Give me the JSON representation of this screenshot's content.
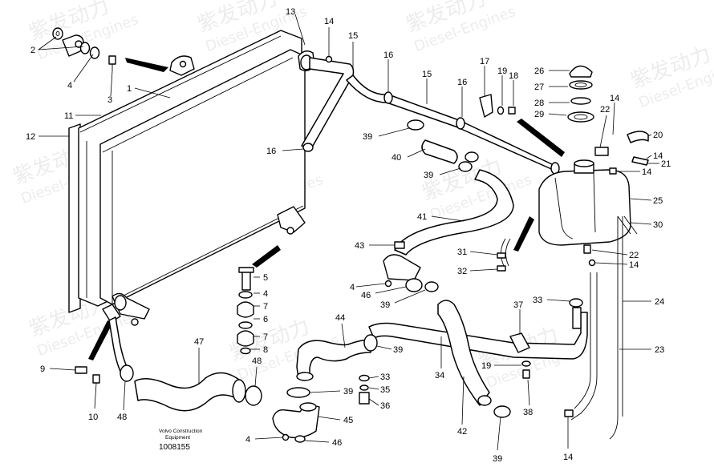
{
  "watermark": {
    "brand_cn": "紫发动力",
    "brand_en": "Diesel-Engines"
  },
  "footer": {
    "line1": "Volvo Construction",
    "line2": "Equipment",
    "part_number": "1008155"
  },
  "callouts": [
    {
      "id": "c2",
      "text": "2"
    },
    {
      "id": "c4a",
      "text": "4"
    },
    {
      "id": "c3",
      "text": "3"
    },
    {
      "id": "c1",
      "text": "1"
    },
    {
      "id": "c11",
      "text": "11"
    },
    {
      "id": "c12",
      "text": "12"
    },
    {
      "id": "c13",
      "text": "13"
    },
    {
      "id": "c14a",
      "text": "14"
    },
    {
      "id": "c15a",
      "text": "15"
    },
    {
      "id": "c16a",
      "text": "16"
    },
    {
      "id": "c16b",
      "text": "16"
    },
    {
      "id": "c15b",
      "text": "15"
    },
    {
      "id": "c16c",
      "text": "16"
    },
    {
      "id": "c17",
      "text": "17"
    },
    {
      "id": "c19",
      "text": "19"
    },
    {
      "id": "c18",
      "text": "18"
    },
    {
      "id": "c26",
      "text": "26"
    },
    {
      "id": "c27",
      "text": "27"
    },
    {
      "id": "c28",
      "text": "28"
    },
    {
      "id": "c29",
      "text": "29"
    },
    {
      "id": "c14b",
      "text": "14"
    },
    {
      "id": "c22a",
      "text": "22"
    },
    {
      "id": "c20",
      "text": "20"
    },
    {
      "id": "c14c",
      "text": "14"
    },
    {
      "id": "c21",
      "text": "21"
    },
    {
      "id": "c14d",
      "text": "14"
    },
    {
      "id": "c25",
      "text": "25"
    },
    {
      "id": "c30",
      "text": "30"
    },
    {
      "id": "c39a",
      "text": "39"
    },
    {
      "id": "c40",
      "text": "40"
    },
    {
      "id": "c39b",
      "text": "39"
    },
    {
      "id": "c41",
      "text": "41"
    },
    {
      "id": "c43",
      "text": "43"
    },
    {
      "id": "c4b",
      "text": "4"
    },
    {
      "id": "c46a",
      "text": "46"
    },
    {
      "id": "c39c",
      "text": "39"
    },
    {
      "id": "c31",
      "text": "31"
    },
    {
      "id": "c32",
      "text": "32"
    },
    {
      "id": "c22b",
      "text": "22"
    },
    {
      "id": "c14e",
      "text": "14"
    },
    {
      "id": "c5",
      "text": "5"
    },
    {
      "id": "c4c",
      "text": "4"
    },
    {
      "id": "c7a",
      "text": "7"
    },
    {
      "id": "c6",
      "text": "6"
    },
    {
      "id": "c7b",
      "text": "7"
    },
    {
      "id": "c8",
      "text": "8"
    },
    {
      "id": "c44",
      "text": "44"
    },
    {
      "id": "c39d",
      "text": "39"
    },
    {
      "id": "c37",
      "text": "37"
    },
    {
      "id": "c33a",
      "text": "33"
    },
    {
      "id": "c24",
      "text": "24"
    },
    {
      "id": "c23",
      "text": "23"
    },
    {
      "id": "c34",
      "text": "34"
    },
    {
      "id": "c19b",
      "text": "19"
    },
    {
      "id": "c38",
      "text": "38"
    },
    {
      "id": "c33b",
      "text": "33"
    },
    {
      "id": "c35",
      "text": "35"
    },
    {
      "id": "c36",
      "text": "36"
    },
    {
      "id": "c39e",
      "text": "39"
    },
    {
      "id": "c45",
      "text": "45"
    },
    {
      "id": "c4d",
      "text": "4"
    },
    {
      "id": "c46b",
      "text": "46"
    },
    {
      "id": "c42",
      "text": "42"
    },
    {
      "id": "c39f",
      "text": "39"
    },
    {
      "id": "c14f",
      "text": "14"
    },
    {
      "id": "c47",
      "text": "47"
    },
    {
      "id": "c48a",
      "text": "48"
    },
    {
      "id": "c48b",
      "text": "48"
    },
    {
      "id": "c9",
      "text": "9"
    },
    {
      "id": "c10",
      "text": "10"
    }
  ]
}
